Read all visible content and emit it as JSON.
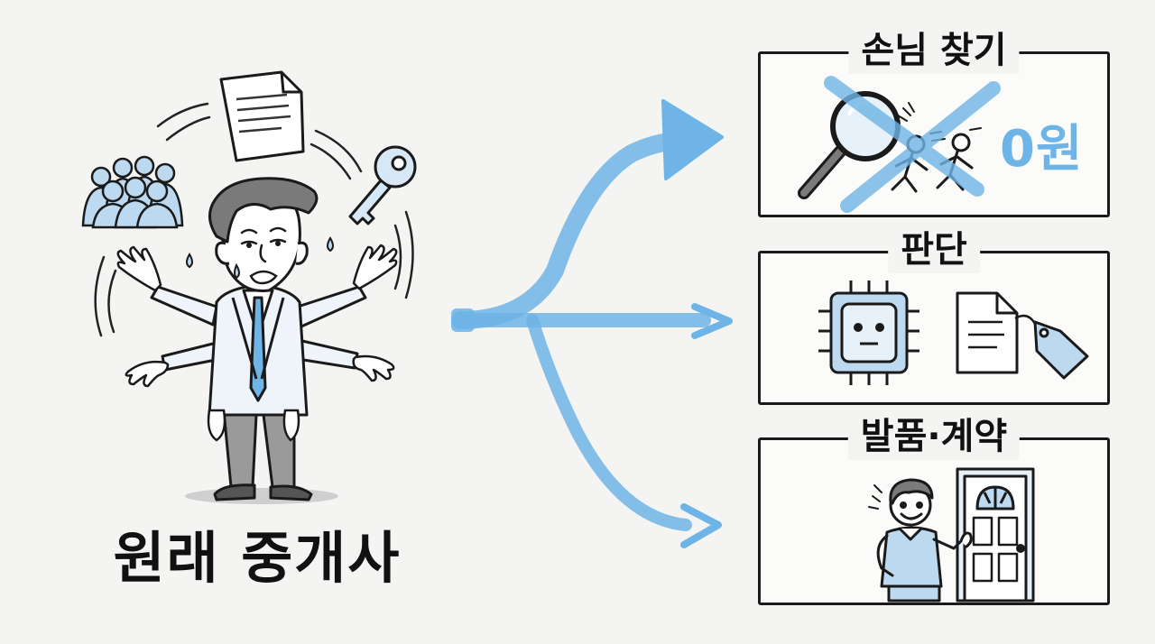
{
  "left_figure": {
    "caption": "원래 중개사",
    "icon": "stressed-agent-multitasking"
  },
  "tasks": [
    {
      "title": "손님 찾기",
      "icons": [
        "magnifier-icon",
        "running-people-icon",
        "cross-out-mark"
      ],
      "cost_label": "0원"
    },
    {
      "title": "판단",
      "icons": [
        "chip-icon",
        "document-tag-icon"
      ]
    },
    {
      "title": "발품·계약",
      "icons": [
        "smiling-agent-icon",
        "door-icon"
      ]
    }
  ],
  "colors": {
    "accent": "#6eb4e6",
    "ink": "#1a1a1a",
    "light_fill": "#d6e8f5",
    "background": "#f4f4f2"
  }
}
